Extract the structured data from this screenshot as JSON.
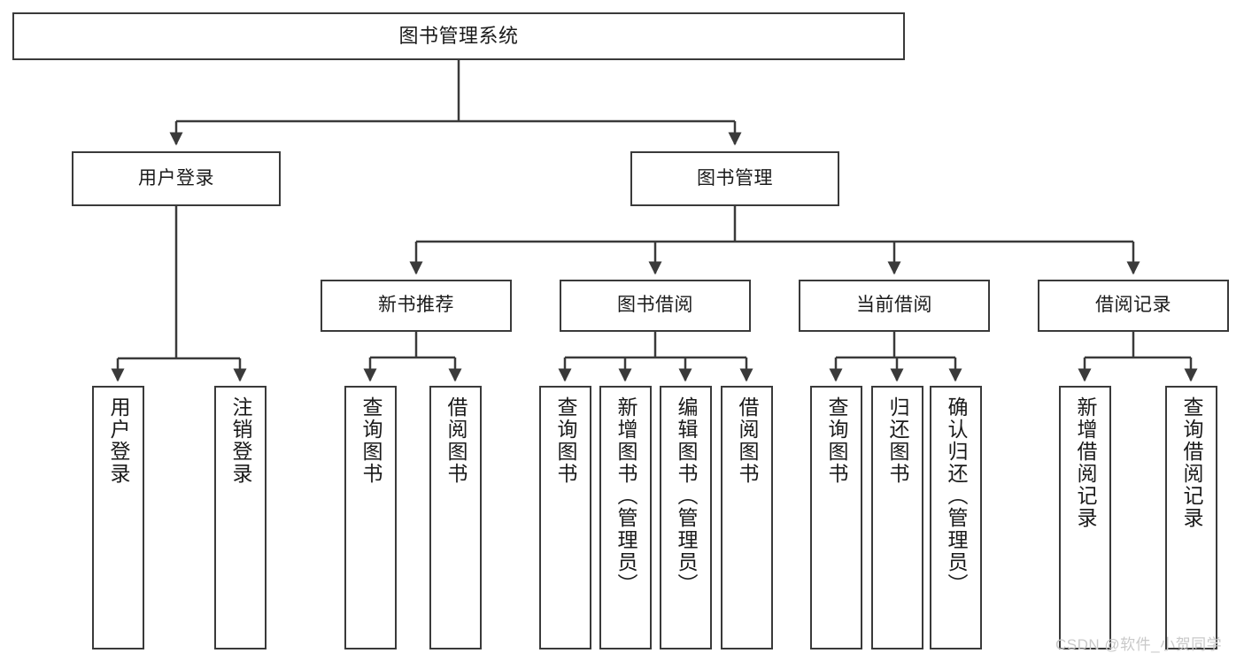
{
  "diagram": {
    "title": "图书管理系统",
    "type": "tree-hierarchy-diagram",
    "watermark": "CSDN @软件_小贺同学",
    "colors": {
      "box_border": "#3a3a3a",
      "box_fill": "#ffffff",
      "connector": "#3a3a3a",
      "text": "#1a1a1a",
      "watermark": "#c9c9c9",
      "background": "#ffffff"
    }
  },
  "nodes": {
    "root": {
      "label": "图书管理系统"
    },
    "level2": [
      {
        "label": "用户登录"
      },
      {
        "label": "图书管理"
      }
    ],
    "level3": [
      {
        "label": "新书推荐"
      },
      {
        "label": "图书借阅"
      },
      {
        "label": "当前借阅"
      },
      {
        "label": "借阅记录"
      }
    ],
    "leaves_user_login": [
      {
        "label": "用户登录"
      },
      {
        "label": "注销登录"
      }
    ],
    "leaves_new_book": [
      {
        "label": "查询图书"
      },
      {
        "label": "借阅图书"
      }
    ],
    "leaves_borrow": [
      {
        "label": "查询图书"
      },
      {
        "label": "新增图书（管理员）"
      },
      {
        "label": "编辑图书（管理员）"
      },
      {
        "label": "借阅图书"
      }
    ],
    "leaves_current": [
      {
        "label": "查询图书"
      },
      {
        "label": "归还图书"
      },
      {
        "label": "确认归还（管理员）"
      }
    ],
    "leaves_record": [
      {
        "label": "新增借阅记录"
      },
      {
        "label": "查询借阅记录"
      }
    ]
  }
}
